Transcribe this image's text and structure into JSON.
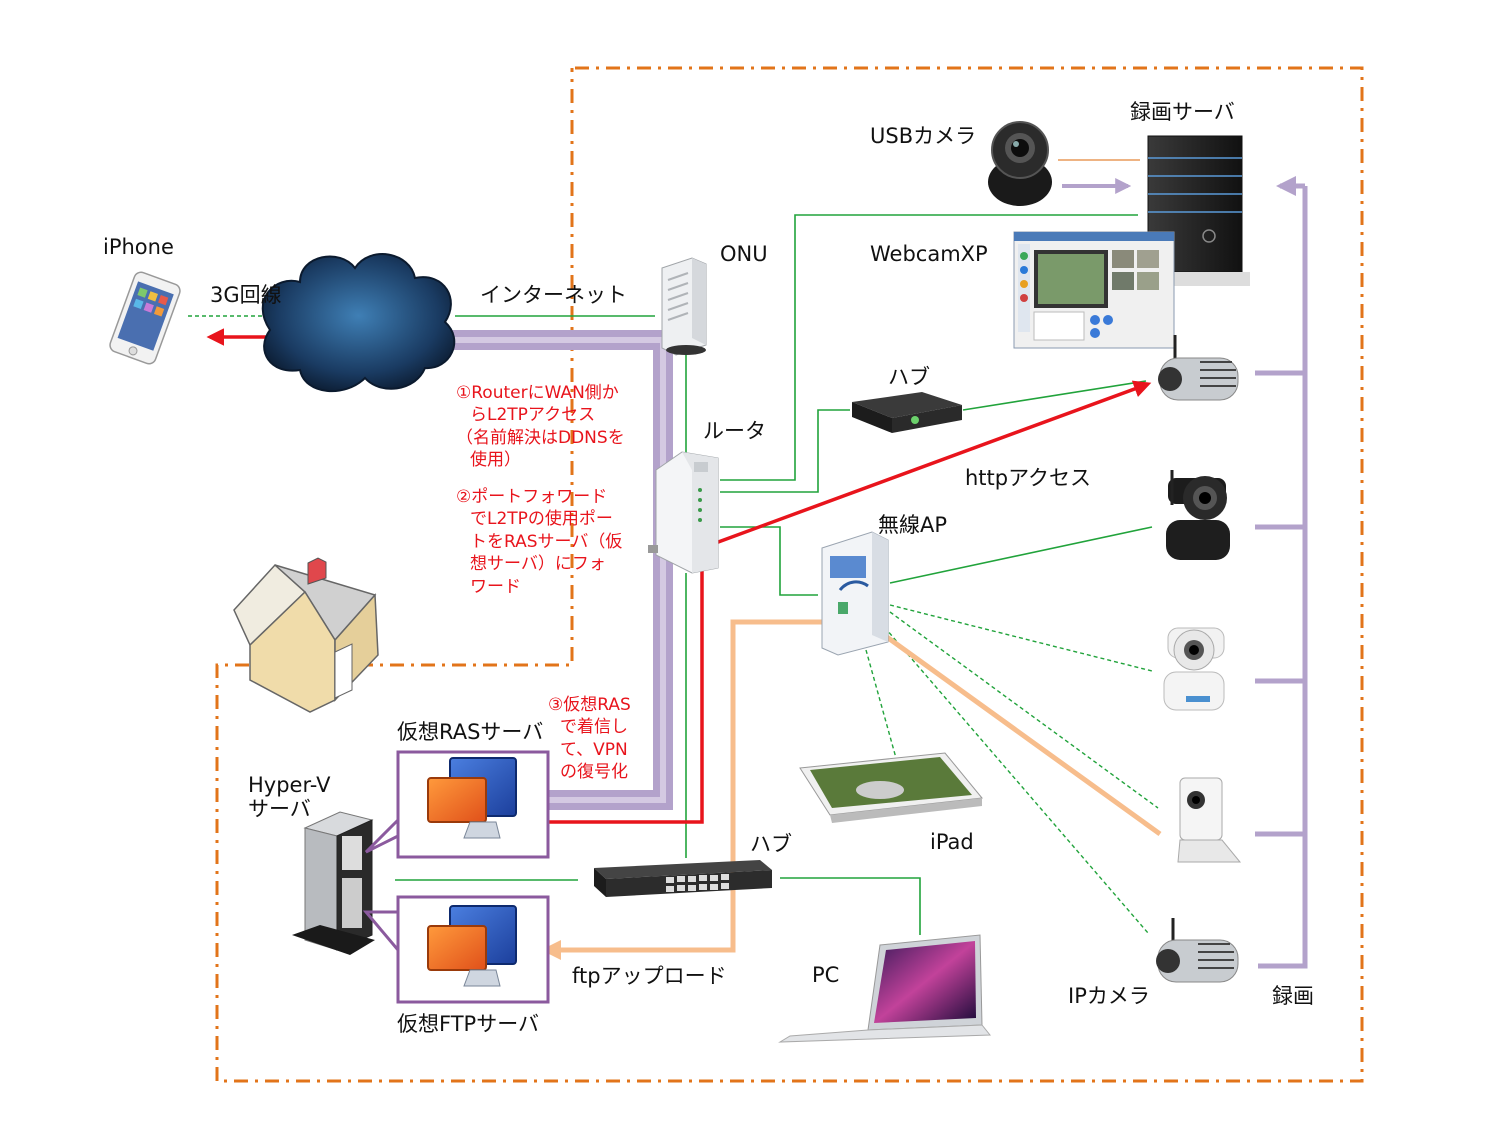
{
  "labels": {
    "iphone": "iPhone",
    "line_3g": "3G回線",
    "internet": "インターネット",
    "onu": "ONU",
    "usb_camera": "USBカメラ",
    "recording_server": "録画サーバ",
    "webcamxp": "WebcamXP",
    "hub_top": "ハブ",
    "router": "ルータ",
    "http_access": "httpアクセス",
    "wireless_ap": "無線AP",
    "virtual_ras_server": "仮想RASサーバ",
    "hyperv_server": [
      "Hyper-V",
      "サーバ"
    ],
    "hub_bottom": "ハブ",
    "ipad": "iPad",
    "pc": "PC",
    "ftp_upload": "ftpアップロード",
    "virtual_ftp_server": "仮想FTPサーバ",
    "ip_camera": "IPカメラ",
    "recording": "録画"
  },
  "notes": {
    "step1": [
      "①RouterにWAN側か",
      "らL2TPアクセス",
      "（名前解決はDDNSを",
      "使用）"
    ],
    "step2": [
      "②ポートフォワード",
      "でL2TPの使用ポー",
      "トをRASサーバ（仮",
      "想サーバ）にフォ",
      "ワード"
    ],
    "step3": [
      "③仮想RAS",
      "で着信し",
      "て、VPN",
      "の復号化"
    ]
  },
  "colors": {
    "boundary": "#e2741a",
    "ethernet": "#21a33b",
    "vpn_tunnel": "#b3a2cb",
    "http_path": "#e8141c",
    "ftp_path": "#f7bd8c",
    "usb_link": "#e89a5a",
    "recording_bus": "#b3a2cb",
    "vm_frame": "#8b5a9e",
    "note_text": "#e8141c"
  },
  "icons": {
    "iphone": "smartphone-icon",
    "cloud": "cloud-icon",
    "onu": "onu-device-icon",
    "router": "router-icon",
    "hub": "network-hub-icon",
    "switch": "network-switch-icon",
    "wireless_ap": "wireless-access-point-icon",
    "usb_camera": "webcam-icon",
    "recording_server": "server-tower-icon",
    "webcamxp": "application-window-icon",
    "ip_camera": "ip-camera-icon",
    "ipad": "tablet-icon",
    "pc": "laptop-icon",
    "hyperv_server": "server-pc-icon",
    "house": "house-icon",
    "virtual_machine": "virtual-machine-icon"
  }
}
